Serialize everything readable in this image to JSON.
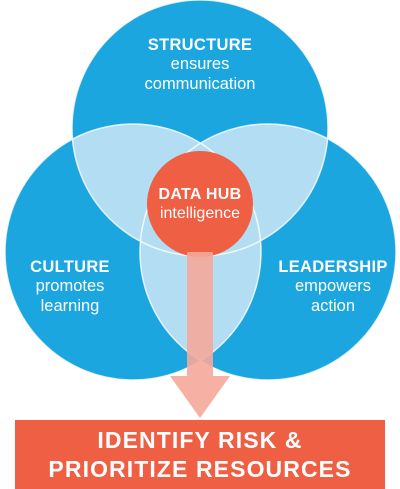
{
  "diagram": {
    "circles": [
      {
        "id": "structure",
        "title": "STRUCTURE",
        "lines": [
          "ensures",
          "communication"
        ]
      },
      {
        "id": "culture",
        "title": "CULTURE",
        "lines": [
          "promotes",
          "learning"
        ]
      },
      {
        "id": "leadership",
        "title": "LEADERSHIP",
        "lines": [
          "empowers",
          "action"
        ]
      }
    ],
    "center": {
      "title": "DATA HUB",
      "subtitle": "intelligence"
    },
    "result": {
      "line1": "IDENTIFY RISK &",
      "line2": "PRIORITIZE RESOURCES"
    }
  },
  "colors": {
    "circle_blue": "#1ba6e0",
    "overlap_light": "#b3ddf2",
    "center_red": "#ef5f43",
    "arrow_pink": "#f5a99a",
    "text_white": "#ffffff"
  }
}
